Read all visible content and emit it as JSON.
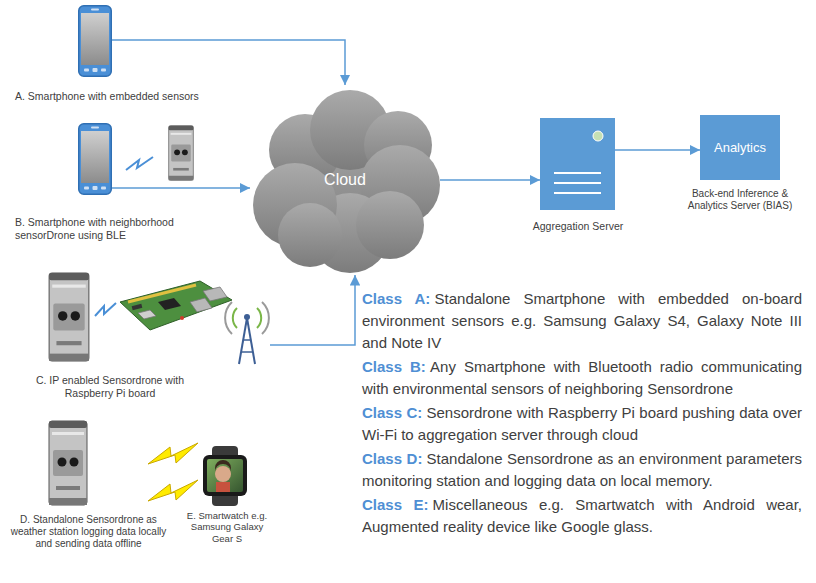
{
  "diagram": {
    "nodes": [
      {
        "text": [
          "A. Smartphone with embedded sensors"
        ]
      },
      {
        "text": [
          "B. Smartphone with neighborhood sensorDrone using BLE"
        ]
      },
      {
        "text": [
          "C. IP enabled Sensordrone with Raspberry Pi board"
        ]
      },
      {
        "text": [
          "Cloud"
        ]
      },
      {
        "text": [
          "Aggregation Server"
        ]
      },
      {
        "text": [
          "Analytics",
          "Back-end Inference & Analytics Server (BIAS)"
        ]
      },
      {
        "text": [
          "D. Standalone Sensordrone as weather station logging data locally and sending data offline"
        ]
      },
      {
        "text": [
          "E. Smartwatch e.g. Samsung Galaxy Gear S"
        ]
      }
    ],
    "edges": [
      {
        "from": 0,
        "to": 3,
        "arrow": "to"
      },
      {
        "from": 1,
        "to": 3,
        "arrow": "to"
      },
      {
        "from": 2,
        "to": 3,
        "arrow": "to"
      },
      {
        "from": 3,
        "to": 4,
        "arrow": "to"
      },
      {
        "from": 4,
        "to": 5,
        "arrow": "to"
      }
    ],
    "labels": [
      "Class A:",
      "Standalone Smartphone with embedded on-board environment sensors e.g. Samsung Galaxy S4, Galaxy Note III and Note IV",
      "Class B:",
      "Any Smartphone with Bluetooth radio communicating with environmental sensors of neighboring Sensordrone",
      "Class C:",
      "Sensordrone with Raspberry Pi board pushing data over Wi-Fi to aggregation server through cloud",
      "Class D:",
      "Standalone Sensordrone as an environment parameters monitoring station and logging data on local memory.",
      "Class E:",
      "Miscellaneous e.g. Smartwatch with Android wear, Augmented reality device like Google glass."
    ]
  }
}
